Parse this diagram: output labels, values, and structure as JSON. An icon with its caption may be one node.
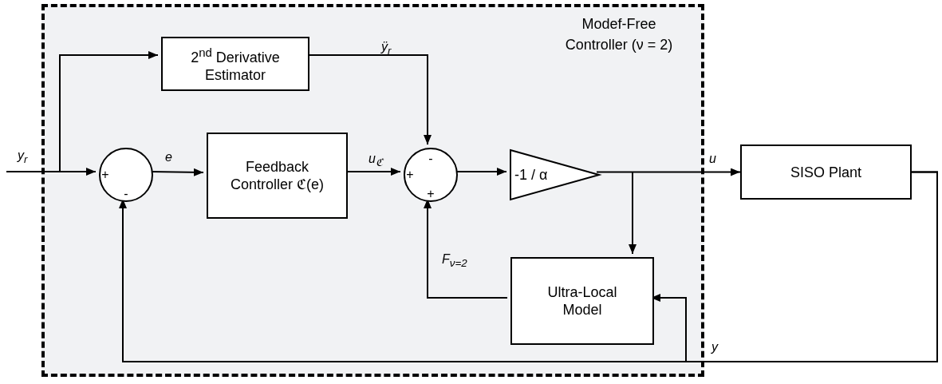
{
  "diagram": {
    "nodes": [
      {
        "text": [
          "Modef-Free Controller (ν = 2)"
        ]
      },
      {
        "text": [
          "2$^{nd}$ Derivative Estimator"
        ],
        "in": 0
      },
      {
        "text": [
          "+",
          "-"
        ],
        "in": 0
      },
      {
        "text": [
          "Feedback Controller ℭ(e)"
        ],
        "in": 0
      },
      {
        "text": [
          "-",
          "+",
          "+"
        ],
        "in": 0
      },
      {
        "text": [
          "-1 / α"
        ],
        "in": 0
      },
      {
        "text": [
          "Ultra-Local Model"
        ],
        "in": 0
      },
      {
        "text": [
          "SISO Plant"
        ]
      }
    ],
    "edges": [
      {
        "from": null,
        "to": 2,
        "arrow": "to",
        "label": "y$_{r}$"
      },
      {
        "from": null,
        "to": 1,
        "arrow": "to"
      },
      {
        "from": 2,
        "to": 3,
        "arrow": "to",
        "label": "e"
      },
      {
        "from": 1,
        "to": 4,
        "arrow": "to",
        "label": "ÿ$_{r}$"
      },
      {
        "from": 3,
        "to": 4,
        "arrow": "to",
        "label": "u$_{ℭ}$"
      },
      {
        "from": 4,
        "to": 5,
        "arrow": "to"
      },
      {
        "from": 5,
        "to": 7,
        "arrow": "to",
        "label": "u"
      },
      {
        "from": 5,
        "to": 6,
        "arrow": "to"
      },
      {
        "from": 6,
        "to": 4,
        "arrow": "to",
        "label": "F$_{ν=2}$"
      },
      {
        "from": 7,
        "to": 2,
        "arrow": "to",
        "label": "y"
      },
      {
        "from": 7,
        "to": 6,
        "arrow": "to"
      }
    ]
  }
}
